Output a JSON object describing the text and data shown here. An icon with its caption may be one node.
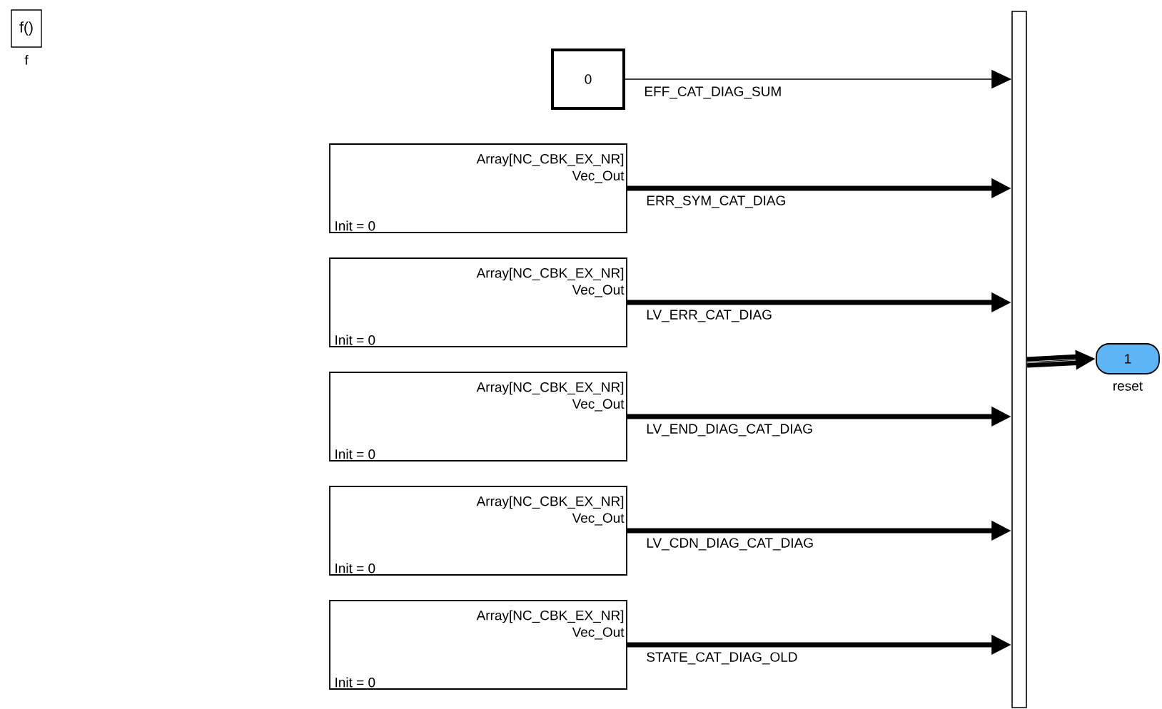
{
  "diagram": {
    "nodes": [
      {
        "text": [
          "f()"
        ],
        "beside": [
          "f"
        ]
      },
      {
        "text": [
          "0"
        ]
      },
      {
        "text": [
          "Array[NC_CBK_EX_NR]",
          "Vec_Out",
          "Init = 0"
        ]
      },
      {
        "text": [
          "Array[NC_CBK_EX_NR]",
          "Vec_Out",
          "Init = 0"
        ]
      },
      {
        "text": [
          "Array[NC_CBK_EX_NR]",
          "Vec_Out",
          "Init = 0"
        ]
      },
      {
        "text": [
          "Array[NC_CBK_EX_NR]",
          "Vec_Out",
          "Init = 0"
        ]
      },
      {
        "text": [
          "Array[NC_CBK_EX_NR]",
          "Vec_Out",
          "Init = 0"
        ]
      },
      {
        "text": [],
        "shape": "bar"
      },
      {
        "text": [
          "1"
        ],
        "beside": [
          "reset"
        ]
      }
    ],
    "edges": [
      {
        "from": 1,
        "to": 7,
        "arrow": "to",
        "label": "EFF_CAT_DIAG_SUM"
      },
      {
        "from": 2,
        "to": 7,
        "arrow": "to",
        "label": "ERR_SYM_CAT_DIAG"
      },
      {
        "from": 3,
        "to": 7,
        "arrow": "to",
        "label": "LV_ERR_CAT_DIAG"
      },
      {
        "from": 4,
        "to": 7,
        "arrow": "to",
        "label": "LV_END_DIAG_CAT_DIAG"
      },
      {
        "from": 5,
        "to": 7,
        "arrow": "to",
        "label": "LV_CDN_DIAG_CAT_DIAG"
      },
      {
        "from": 6,
        "to": 7,
        "arrow": "to",
        "label": "STATE_CAT_DIAG_OLD"
      },
      {
        "from": 7,
        "to": 8,
        "arrow": "to"
      }
    ]
  }
}
